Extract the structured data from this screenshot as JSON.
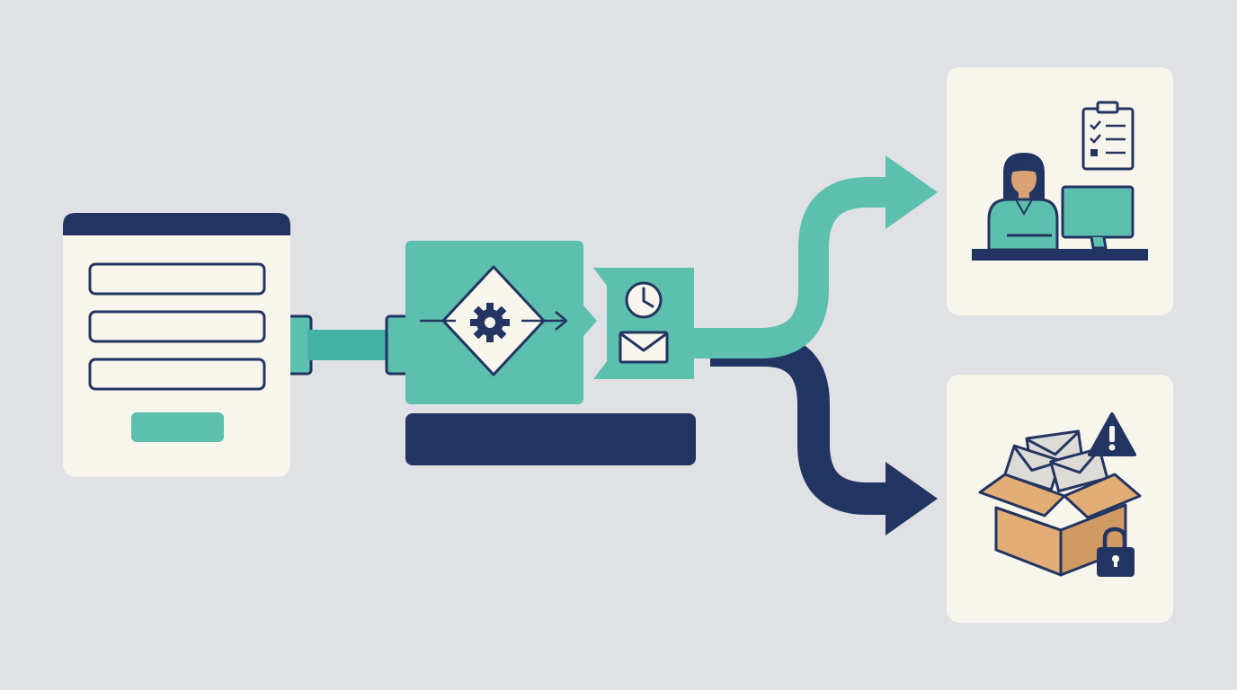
{
  "colors": {
    "background": "#e0e1e4",
    "card": "#f8f6ec",
    "navy": "#223461",
    "teal": "#5dbfae",
    "teal_dark": "#44b3a6",
    "box_fill": "#e3ae76",
    "box_dark": "#cf9a63",
    "skin": "#d9a274",
    "envelope": "#dcdbd6"
  },
  "nodes": [
    {
      "id": "form",
      "icon": "web-form-icon"
    },
    {
      "id": "processor",
      "icon": "gear-decision-icon"
    },
    {
      "id": "scheduler",
      "icon": "clock-envelope-icon"
    },
    {
      "id": "inbox",
      "icon": "person-at-computer-icon"
    },
    {
      "id": "quarantine",
      "icon": "box-with-envelopes-icon"
    }
  ],
  "edges": [
    {
      "from": "form",
      "to": "processor",
      "style": "teal-connector"
    },
    {
      "from": "scheduler",
      "to": "inbox",
      "style": "teal-arrow"
    },
    {
      "from": "scheduler",
      "to": "quarantine",
      "style": "navy-arrow"
    }
  ],
  "badges": {
    "inbox": "clipboard-checklist-icon",
    "quarantine_top": "warning-icon",
    "quarantine_bottom": "padlock-icon"
  }
}
